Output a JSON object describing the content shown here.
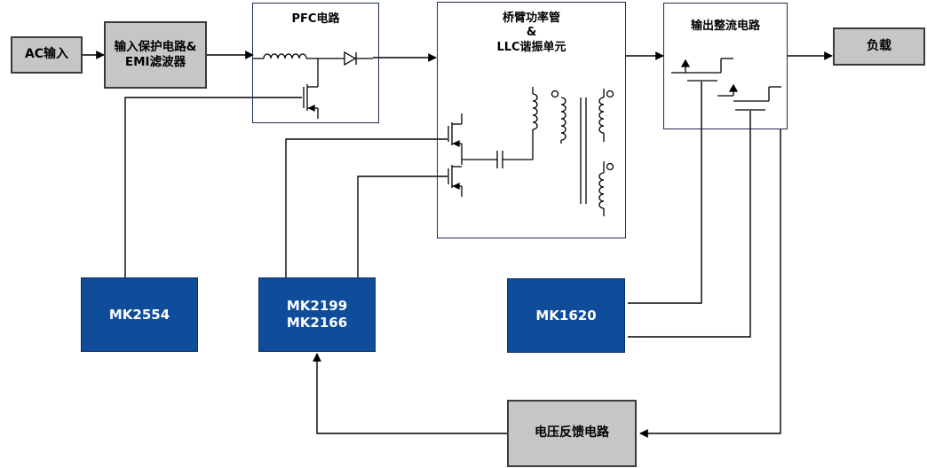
{
  "blocks": {
    "ac_input": "AC输入",
    "input_protection": "输入保护电路&\nEMI滤波器",
    "pfc": "PFC电路",
    "bridge_llc": "桥臂功率管\n&\nLLC谐振单元",
    "output_rectifier": "输出整流电路",
    "load": "负载",
    "voltage_feedback": "电压反馈电路"
  },
  "chips": {
    "mk2554": "MK2554",
    "mk2199_mk2166": "MK2199\nMK2166",
    "mk1620": "MK1620"
  },
  "colors": {
    "chip_fill": "#0f4c9a",
    "block_fill": "#c6c6c6",
    "line": "#000000",
    "outline": "#1d2b4f"
  }
}
